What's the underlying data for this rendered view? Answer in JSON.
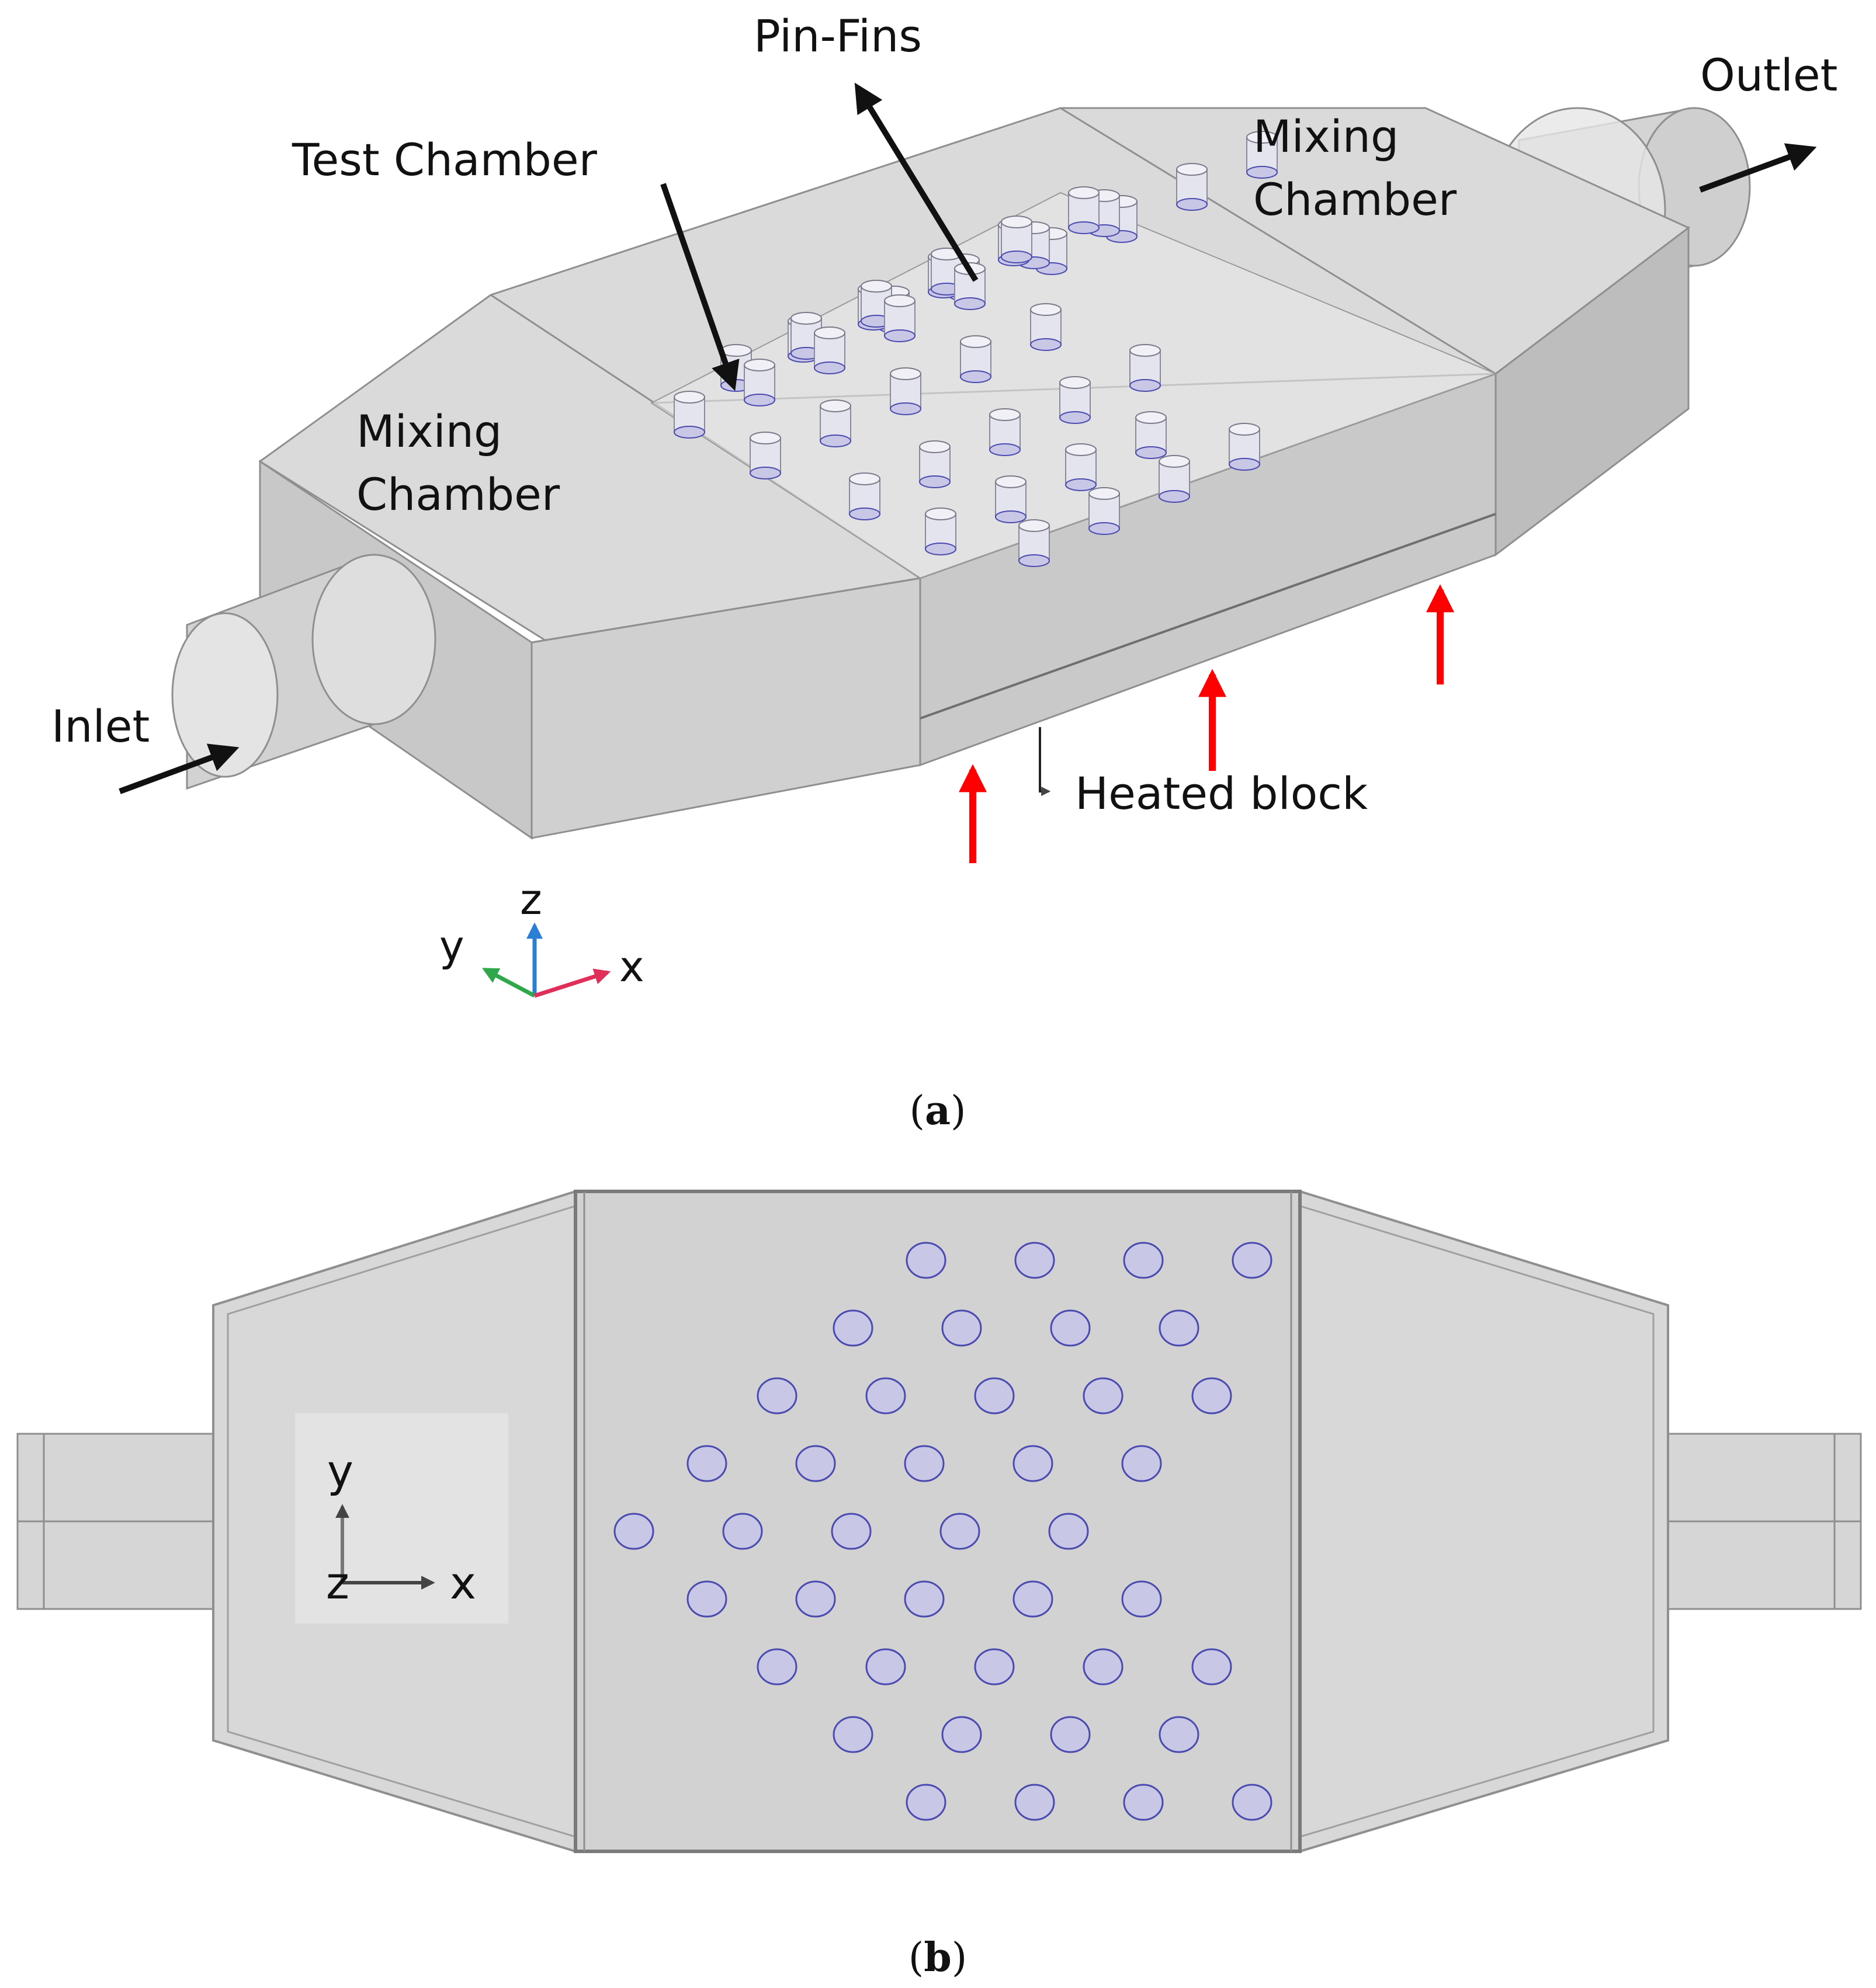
{
  "panel_a": {
    "caption_letter": "a",
    "labels": {
      "pin_fins": "Pin-Fins",
      "test_chamber": "Test Chamber",
      "outlet": "Outlet",
      "mixing_right_1": "Mixing",
      "mixing_right_2": "Chamber",
      "mixing_left_1": "Mixing",
      "mixing_left_2": "Chamber",
      "inlet": "Inlet",
      "heated_block": "Heated block"
    },
    "axes": {
      "z": "z",
      "y": "y",
      "x": "x"
    }
  },
  "panel_b": {
    "caption_letter": "b",
    "axes": {
      "y": "y",
      "z": "z",
      "x": "x"
    },
    "pin_rows": [
      4,
      4,
      5,
      5,
      5,
      5,
      5,
      4,
      4
    ]
  },
  "colors": {
    "body_fill": "#d9d9d9",
    "edge": "#8f8f8f",
    "pin_fill": "#c8c8e6",
    "pin_stroke": "#4a4ab0",
    "heat_arrow": "#ff0000",
    "axis_z": "#2a7fd4",
    "axis_y": "#2ea84a",
    "axis_x": "#e0305a"
  }
}
